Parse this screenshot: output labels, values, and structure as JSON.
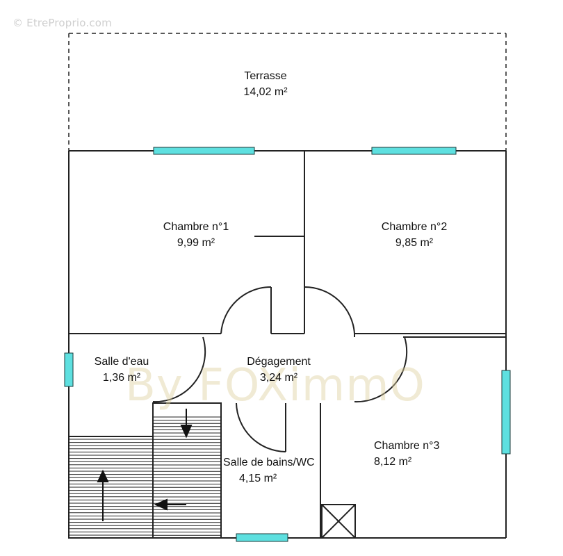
{
  "watermarks": {
    "copyright": "© EtreProprio.com",
    "agency": "By FOXimmO"
  },
  "colors": {
    "wall": "#222222",
    "window": "#5ee0e0",
    "window_border": "#1a3a3a",
    "watermark": "#dccfa0"
  },
  "rooms": {
    "terrasse": {
      "name": "Terrasse",
      "area": "14,02  m²"
    },
    "chambre1": {
      "name": "Chambre n°1",
      "area": "9,99  m²"
    },
    "chambre2": {
      "name": "Chambre n°2",
      "area": "9,85  m²"
    },
    "salle_eau": {
      "name": "Salle d'eau",
      "area": "1,36  m²"
    },
    "degagement": {
      "name": "Dégagement",
      "area": "3,24  m²"
    },
    "salle_bains": {
      "name": "Salle de bains/WC",
      "area": "4,15  m²"
    },
    "chambre3": {
      "name": "Chambre n°3",
      "area": "8,12  m²"
    }
  },
  "icons": {
    "stairs": "stairs-icon",
    "arrow": "arrow-icon",
    "duct": "duct-icon"
  }
}
